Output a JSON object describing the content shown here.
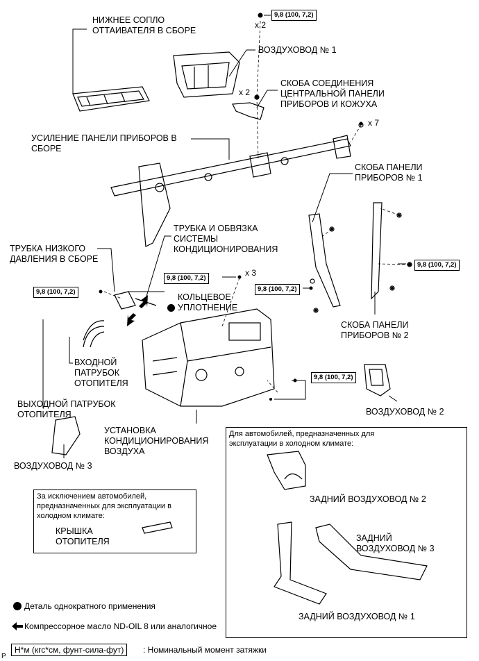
{
  "labels": {
    "lower_defroster": "НИЖНЕЕ СОПЛО\nОТТАИВАТЕЛЯ В СБОРЕ",
    "duct1": "ВОЗДУХОВОД № 1",
    "bracket_center": "СКОБА СОЕДИНЕНИЯ\nЦЕНТРАЛЬНОЙ ПАНЕЛИ\nПРИБОРОВ И КОЖУХА",
    "reinforcement": "УСИЛЕНИЕ ПАНЕЛИ ПРИБОРОВ В\nСБОРЕ",
    "bracket1": "СКОБА ПАНЕЛИ\nПРИБОРОВ № 1",
    "ac_tube": "ТРУБКА И ОБВЯЗКА\nСИСТЕМЫ\nКОНДИЦИОНИРОВАНИЯ",
    "low_pressure": "ТРУБКА НИЗКОГО\nДАВЛЕНИЯ В СБОРЕ",
    "o_ring": "КОЛЬЦЕВОЕ\nУПЛОТНЕНИЕ",
    "bracket2": "СКОБА ПАНЕЛИ\nПРИБОРОВ № 2",
    "heater_inlet": "ВХОДНОЙ\nПАТРУБОК\nОТОПИТЕЛЯ",
    "heater_outlet": "ВЫХОДНОЙ ПАТРУБОК\nОТОПИТЕЛЯ",
    "ac_unit": "УСТАНОВКА\nКОНДИЦИОНИРОВАНИЯ\nВОЗДУХА",
    "duct2": "ВОЗДУХОВОД № 2",
    "duct3": "ВОЗДУХОВОД № 3"
  },
  "torques": {
    "t1": "9,8 (100, 7,2)",
    "t2": "9,8 (100, 7,2)",
    "t3": "9,8 (100, 7,2)",
    "t4": "9,8 (100, 7,2)",
    "t5": "9,8 (100, 7,2)",
    "t6": "9,8 (100, 7,2)"
  },
  "quantities": {
    "q_top": "x 2",
    "q_bracket": "x 2",
    "q_reinf": "x 7",
    "q_tube": "x 3"
  },
  "cold_climate_box": {
    "title": "Для автомобилей, предназначенных для\nэксплуатации в холодном климате:",
    "rear_duct2": "ЗАДНИЙ ВОЗДУХОВОД № 2",
    "rear_duct3": "ЗАДНИЙ\nВОЗДУХОВОД № 3",
    "rear_duct1": "ЗАДНИЙ ВОЗДУХОВОД № 1"
  },
  "except_box": {
    "title": "За исключением автомобилей,\nпредназначенных для эксплуатации в\nхолодном климате:",
    "heater_cover": "КРЫШКА\nОТОПИТЕЛЯ"
  },
  "legend": {
    "single_use": "Деталь однократного применения",
    "oil": "Компрессорное масло ND-OIL 8 или аналогичное",
    "torque_unit": "Н*м (кгс*см, фунт-сила-фут)",
    "torque_desc": ": Номинальный момент затяжки"
  },
  "corner_mark": "P"
}
